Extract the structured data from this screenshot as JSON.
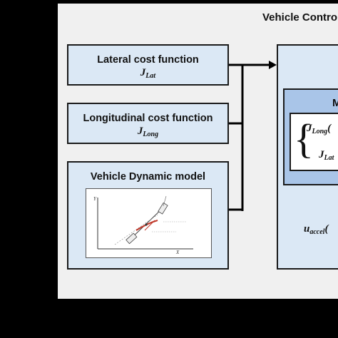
{
  "panel": {
    "title": "Vehicle Controller"
  },
  "inputs": [
    {
      "label": "Lateral cost function",
      "symbol": "J",
      "subscript": "Lat"
    },
    {
      "label": "Longitudinal cost function",
      "symbol": "J",
      "subscript": "Long"
    },
    {
      "label": "Vehicle Dynamic model"
    }
  ],
  "mpc": {
    "title": "M",
    "equations": [
      {
        "symbol": "J",
        "subscript": "Long",
        "tail": "("
      },
      {
        "symbol": "J",
        "subscript": "Lat"
      }
    ]
  },
  "output": {
    "symbol": "u",
    "subscript": "accel",
    "tail": "("
  },
  "plot": {
    "y_axis": "Y",
    "x_axis": "X"
  },
  "colors": {
    "box_fill": "#dbe8f5",
    "mpc_fill": "#a9c5e8",
    "panel": "#f0f0f0",
    "background": "#000000",
    "trajectory": "#c0392b"
  }
}
